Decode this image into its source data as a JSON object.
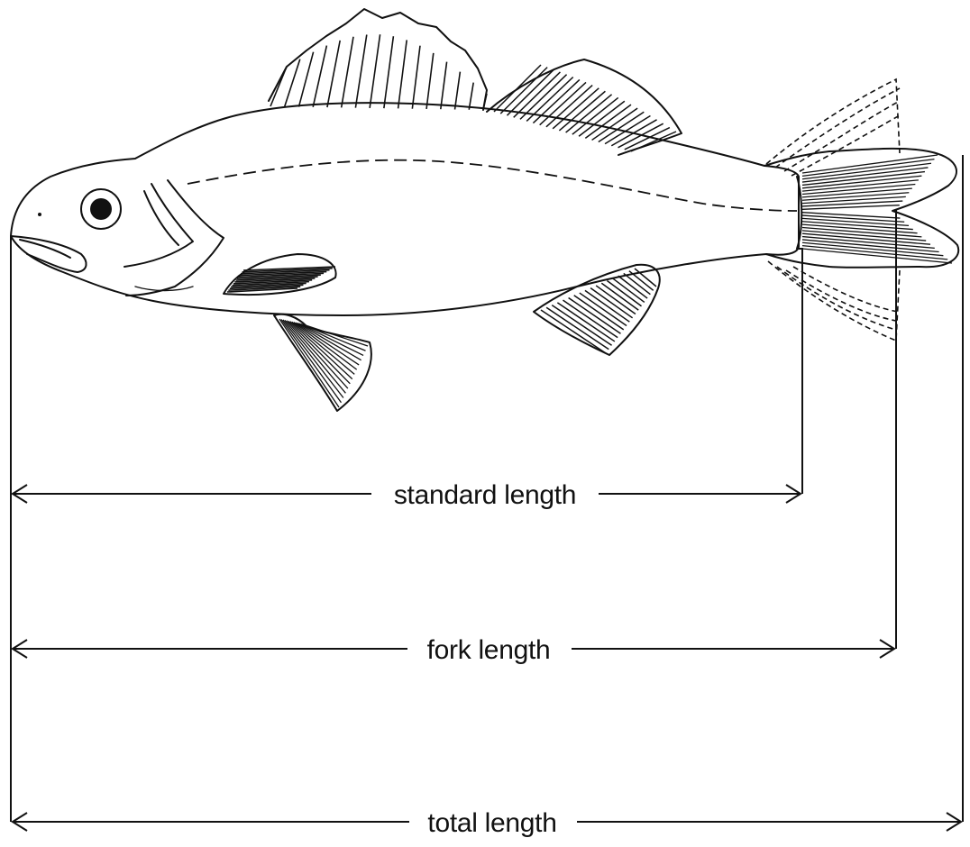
{
  "diagram": {
    "labels": {
      "standard": "standard length",
      "fork": "fork length",
      "total": "total length"
    }
  }
}
